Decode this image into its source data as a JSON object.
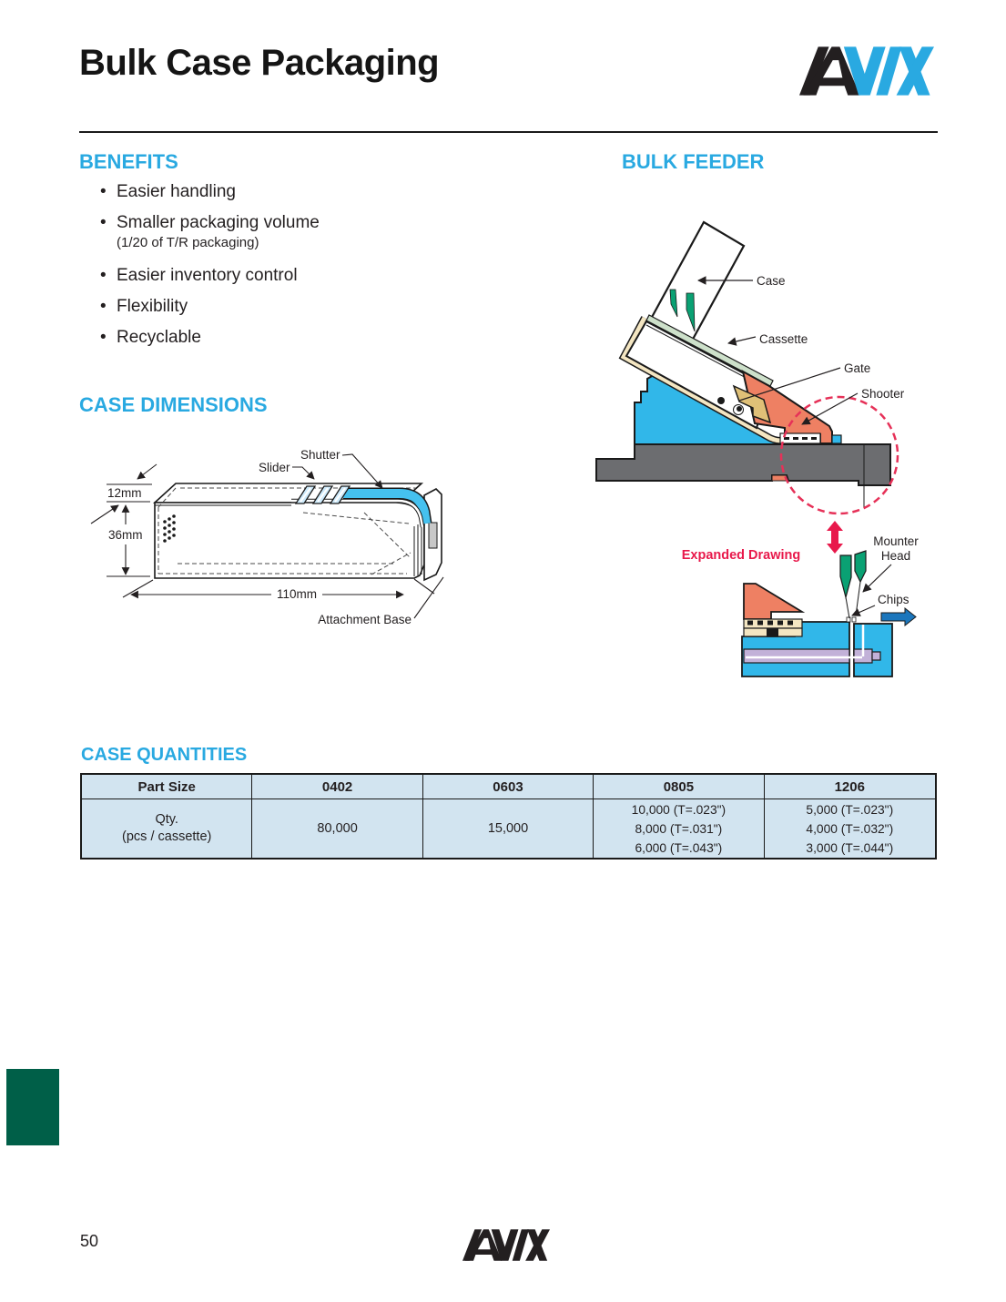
{
  "page": {
    "title": "Bulk Case Packaging",
    "page_number": "50",
    "brand": "AVX"
  },
  "colors": {
    "accent_cyan": "#29a9e1",
    "logo_black": "#231f20",
    "table_bg": "#d2e4f0",
    "tab_green": "#005f48",
    "diagram_blue": "#31b7e9",
    "diagram_orange": "#ee8063",
    "diagram_khaki": "#dfc077",
    "diagram_cream": "#f4e6c2",
    "diagram_gray": "#6c6d70",
    "diagram_green": "#0aa173",
    "cassette_green": "#cde0ca",
    "lavender": "#c2b1d8",
    "red_accent": "#e8194b",
    "arrow_blue": "#1b76bc"
  },
  "benefits": {
    "heading": "BENEFITS",
    "items": [
      "Easier handling",
      "Smaller packaging volume",
      "Easier inventory control",
      "Flexibility",
      "Recyclable"
    ],
    "item2_note": "(1/20 of T/R packaging)"
  },
  "bulk_feeder": {
    "heading": "BULK FEEDER",
    "labels": {
      "case": "Case",
      "cassette": "Cassette",
      "gate": "Gate",
      "shooter": "Shooter",
      "expanded_drawing": "Expanded Drawing",
      "mounter_line1": "Mounter",
      "mounter_line2": "Head",
      "chips": "Chips"
    }
  },
  "case_dimensions": {
    "heading": "CASE DIMENSIONS",
    "labels": {
      "shutter": "Shutter",
      "slider": "Slider",
      "dim_depth": "12mm",
      "dim_height": "36mm",
      "dim_length": "110mm",
      "attachment_base": "Attachment Base"
    }
  },
  "case_quantities": {
    "heading": "CASE QUANTITIES",
    "table": {
      "headers": [
        "Part Size",
        "0402",
        "0603",
        "0805",
        "1206"
      ],
      "row_label": [
        "Qty.",
        "(pcs / cassette)"
      ],
      "qty_0402": "80,000",
      "qty_0603": "15,000",
      "qty_0805": [
        "10,000 (T=.023\")",
        "8,000 (T=.031\")",
        "6,000 (T=.043\")"
      ],
      "qty_1206": [
        "5,000 (T=.023\")",
        "4,000 (T=.032\")",
        "3,000 (T=.044\")"
      ]
    }
  }
}
